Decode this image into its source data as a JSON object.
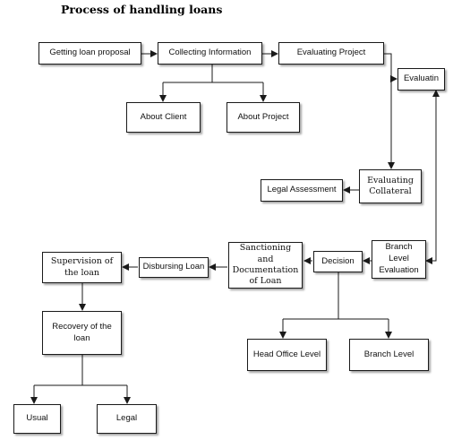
{
  "title": "Process of handling loans",
  "nodes": {
    "getting_loan_proposal": "Getting loan proposal",
    "collecting_information": "Collecting Information",
    "evaluating_project": "Evaluating Project",
    "evaluatin": "Evaluatin",
    "about_client": "About Client",
    "about_project": "About Project",
    "evaluating_collateral": "Evaluating Collateral",
    "legal_assessment": "Legal Assessment",
    "branch_level_evaluation": "Branch Level Evaluation",
    "decision": "Decision",
    "sanctioning_documentation": "Sanctioning and Documentation of Loan",
    "disbursing_loan": "Disbursing Loan",
    "supervision_of_loan": "Supervision of the loan",
    "recovery_of_loan": "Recovery of the loan",
    "head_office_level": "Head Office Level",
    "branch_level": "Branch Level",
    "usual": "Usual",
    "legal": "Legal"
  },
  "colors": {
    "line": "#1a1a1a",
    "box_border": "#1a1a1a",
    "background": "#ffffff"
  }
}
